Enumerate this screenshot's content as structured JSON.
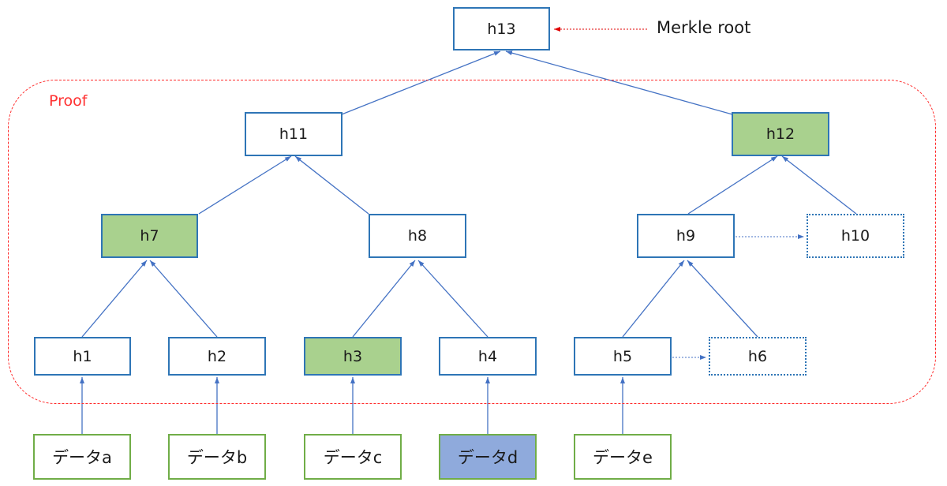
{
  "proof_label": "Proof",
  "root_label": "Merkle root",
  "nodes": {
    "h1": "h1",
    "h2": "h2",
    "h3": "h3",
    "h4": "h4",
    "h5": "h5",
    "h6": "h6",
    "h7": "h7",
    "h8": "h8",
    "h9": "h9",
    "h10": "h10",
    "h11": "h11",
    "h12": "h12",
    "h13": "h13"
  },
  "data_blocks": {
    "a": "データa",
    "b": "データb",
    "c": "データc",
    "d": "データd",
    "e": "データe"
  },
  "proof_nodes": [
    "h3",
    "h7",
    "h12"
  ],
  "duplicated_nodes": [
    "h6",
    "h10"
  ],
  "target_data": "データd",
  "colors": {
    "node_border": "#2e75b6",
    "edge": "#4472c4",
    "proof_fill": "#a9d18e",
    "target_fill": "#8faadc",
    "data_border": "#70ad47",
    "proof_frame": "#ff2a2a",
    "root_pointer": "#e00000"
  }
}
